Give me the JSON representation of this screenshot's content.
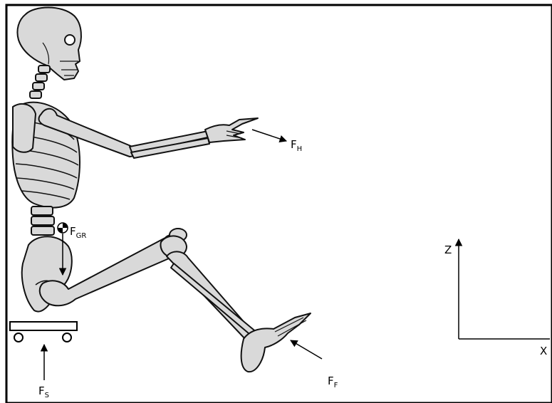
{
  "forces": {
    "hand": {
      "main": "F",
      "sub": "H"
    },
    "gravity": {
      "main": "F",
      "sub": "GR"
    },
    "foot": {
      "main": "F",
      "sub": "F"
    },
    "seat": {
      "main": "F",
      "sub": "S"
    }
  },
  "axes": {
    "vertical": "Z",
    "horizontal": "X"
  },
  "colors": {
    "bone_fill": "#d9d9d9",
    "bone_stroke": "#111111",
    "border": "#000000"
  }
}
